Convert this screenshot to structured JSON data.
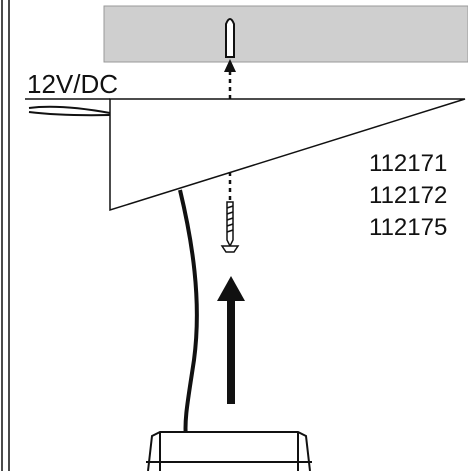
{
  "power_label": "12V/DC",
  "article_numbers": [
    "112171",
    "112172",
    "112175"
  ],
  "colors": {
    "line": "#111111",
    "ceiling_fill": "#cfcfcf",
    "ceiling_stroke": "#999999",
    "background": "#ffffff"
  }
}
